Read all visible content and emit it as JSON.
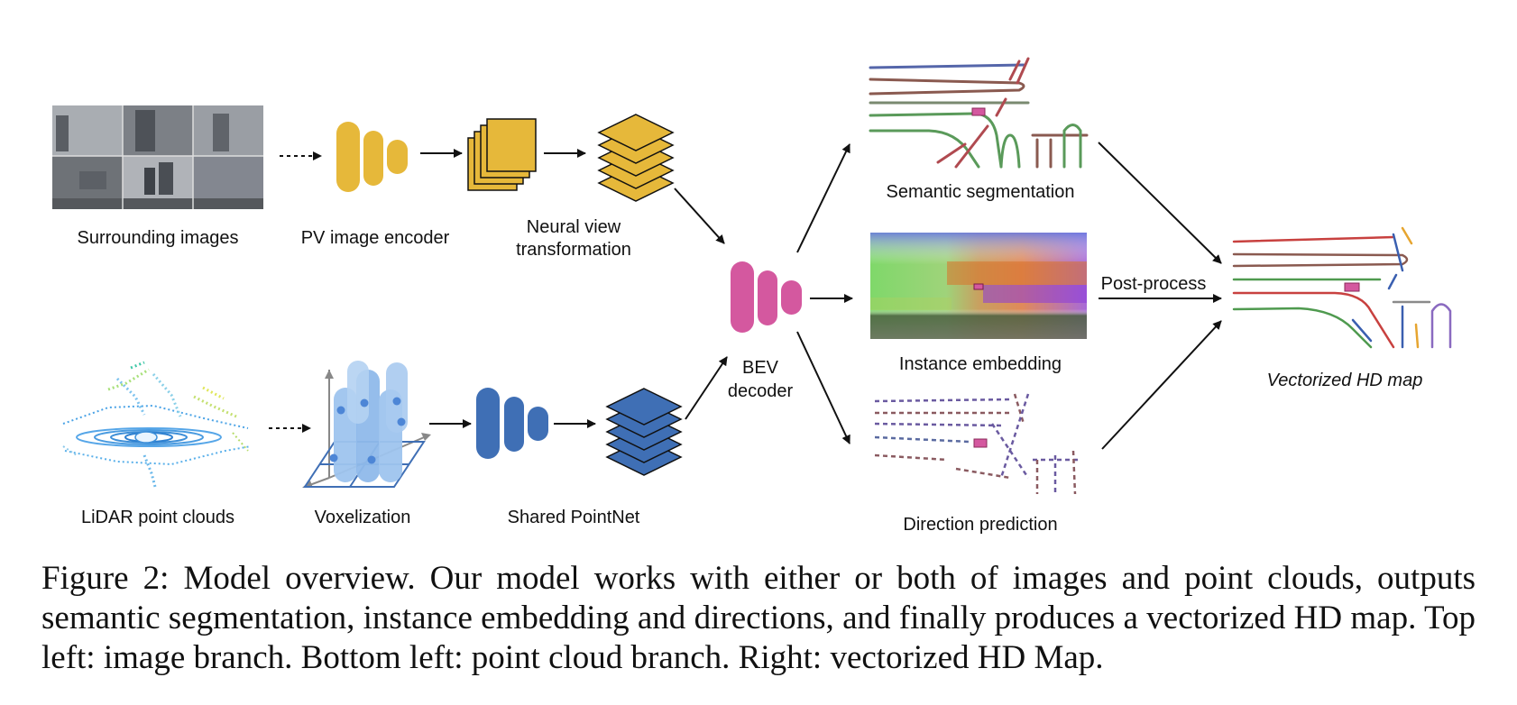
{
  "labels": {
    "surrounding_images": "Surrounding images",
    "pv_image_encoder": "PV image encoder",
    "neural_view_line1": "Neural view",
    "neural_view_line2": "transformation",
    "lidar_point_clouds": "LiDAR point clouds",
    "voxelization": "Voxelization",
    "shared_pointnet": "Shared PointNet",
    "bev_line1": "BEV",
    "bev_line2": "decoder",
    "semantic_segmentation": "Semantic segmentation",
    "instance_embedding": "Instance embedding",
    "direction_prediction": "Direction prediction",
    "post_process": "Post-process",
    "vectorized_hd_map": "Vectorized HD map"
  },
  "caption": "Figure 2: Model overview. Our model works with either or both of images and point clouds, outputs semantic segmentation, instance embedding and directions, and finally produces a vectorized HD map. Top left: image branch. Bottom left: point cloud branch. Right: vectorized HD Map.",
  "colors": {
    "image_branch": "#e6b83a",
    "point_branch": "#3f6fb5",
    "voxel": "#9ec4ee",
    "bev_decoder": "#d4589f",
    "map_red": "#c8413f",
    "map_green": "#4f9a4f",
    "map_brown": "#8a5a50",
    "map_blue": "#3a5fb0"
  }
}
